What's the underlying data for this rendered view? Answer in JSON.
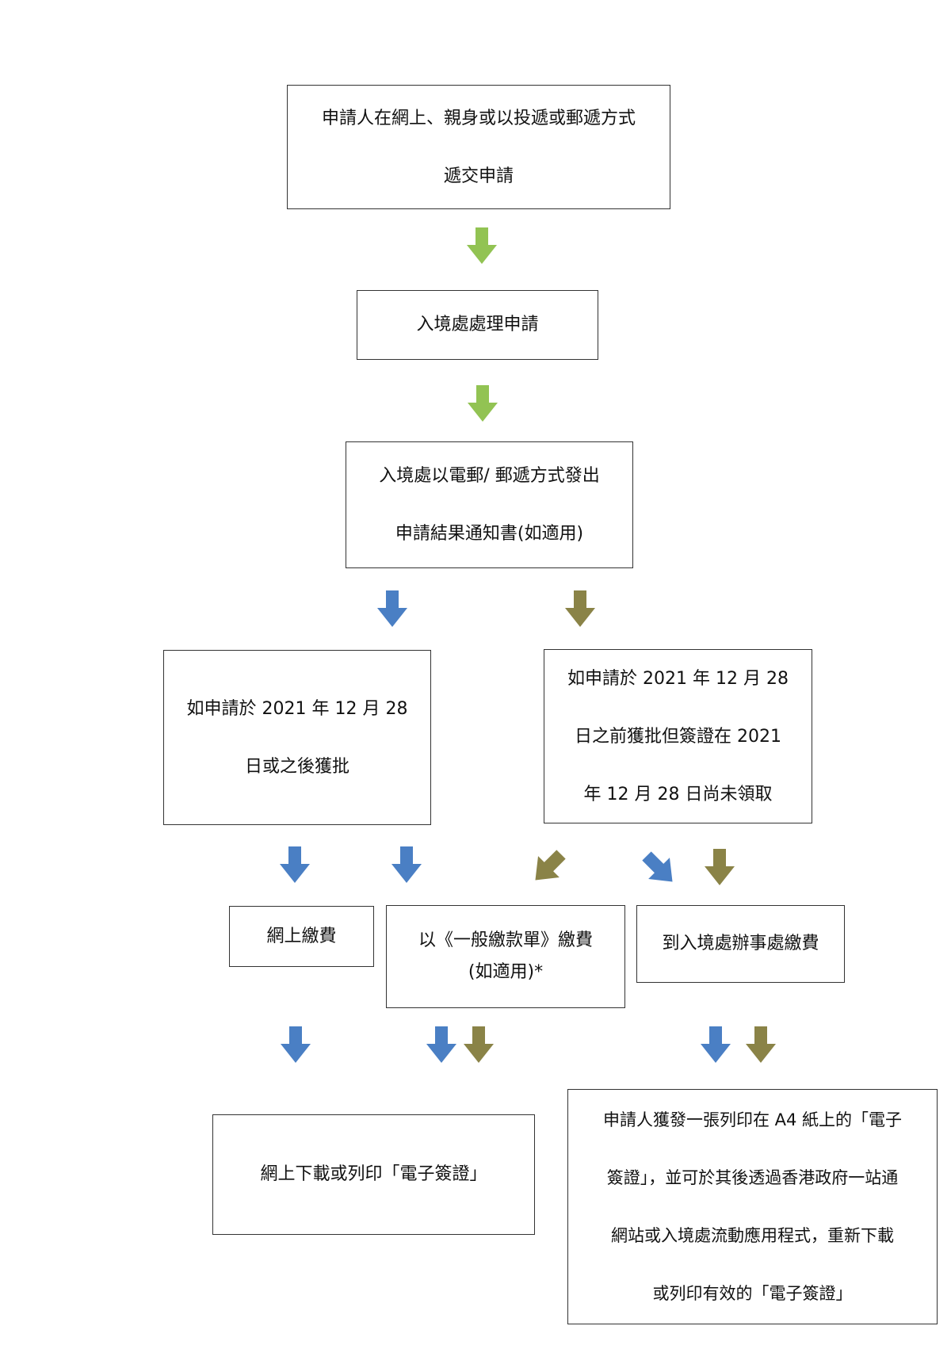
{
  "boxes": {
    "submit": {
      "lines": [
        "申請人在網上、親身或以投遞或郵遞方式",
        "遞交申請"
      ]
    },
    "process": {
      "lines": [
        "入境處處理申請"
      ]
    },
    "notify": {
      "lines": [
        "入境處以電郵/  郵遞方式發出",
        "申請結果通知書(如適用)"
      ]
    },
    "approved_on_after": {
      "lines": [
        "如申請於 2021 年 12 月 28",
        "日或之後獲批"
      ]
    },
    "approved_before": {
      "lines": [
        "如申請於 2021 年 12 月 28",
        "日之前獲批但簽證在 2021",
        "年 12 月 28 日尚未領取"
      ]
    },
    "pay_online": {
      "lines": [
        "網上繳費"
      ]
    },
    "pay_form": {
      "lines": [
        "以《一般繳款單》繳費",
        "(如適用)*"
      ]
    },
    "pay_office": {
      "lines": [
        "到入境處辦事處繳費"
      ]
    },
    "download": {
      "lines": [
        "網上下載或列印「電子簽證」"
      ]
    },
    "issued_a4": {
      "lines": [
        "申請人獲發一張列印在 A4 紙上的「電子",
        "簽證」，並可於其後透過香港政府一站通",
        "網站或入境處流動應用程式，重新下載",
        "或列印有效的「電子簽證」"
      ]
    }
  },
  "colors": {
    "green": "#92c353",
    "blue": "#4a7fc4",
    "olive": "#8a8347",
    "border": "#333333"
  }
}
